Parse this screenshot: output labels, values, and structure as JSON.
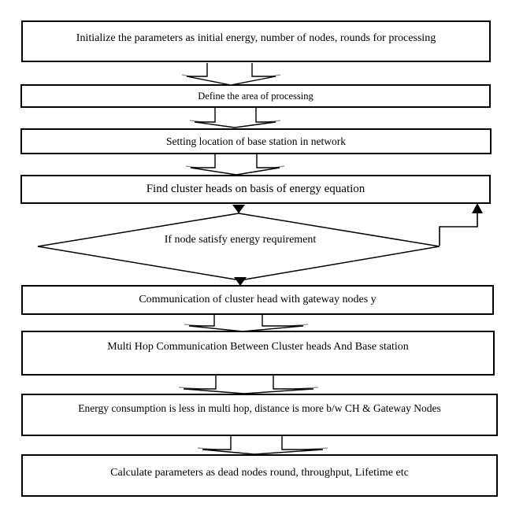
{
  "diagram": {
    "type": "flowchart",
    "background_color": "#ffffff",
    "line_color": "#000000",
    "shadow_color": "#8a8a8a",
    "boxes": [
      {
        "id": "initialize",
        "label": "Initialize the parameters as initial energy, number of nodes, rounds for processing"
      },
      {
        "id": "define-area",
        "label": "Define the area of processing"
      },
      {
        "id": "base-station",
        "label": "Setting location of base station in network"
      },
      {
        "id": "cluster-heads",
        "label": "Find cluster heads on basis of energy equation"
      },
      {
        "id": "communication",
        "label": "Communication of cluster head with gateway nodes y"
      },
      {
        "id": "multi-hop",
        "label": "Multi Hop Communication Between Cluster heads And Base station"
      },
      {
        "id": "energy",
        "label": "Energy consumption is less in multi hop, distance is more b/w CH & Gateway Nodes"
      },
      {
        "id": "calculate",
        "label": "Calculate parameters as dead nodes round, throughput, Lifetime etc"
      }
    ],
    "decision": {
      "id": "energy-check",
      "label": "If node satisfy energy requirement"
    }
  }
}
